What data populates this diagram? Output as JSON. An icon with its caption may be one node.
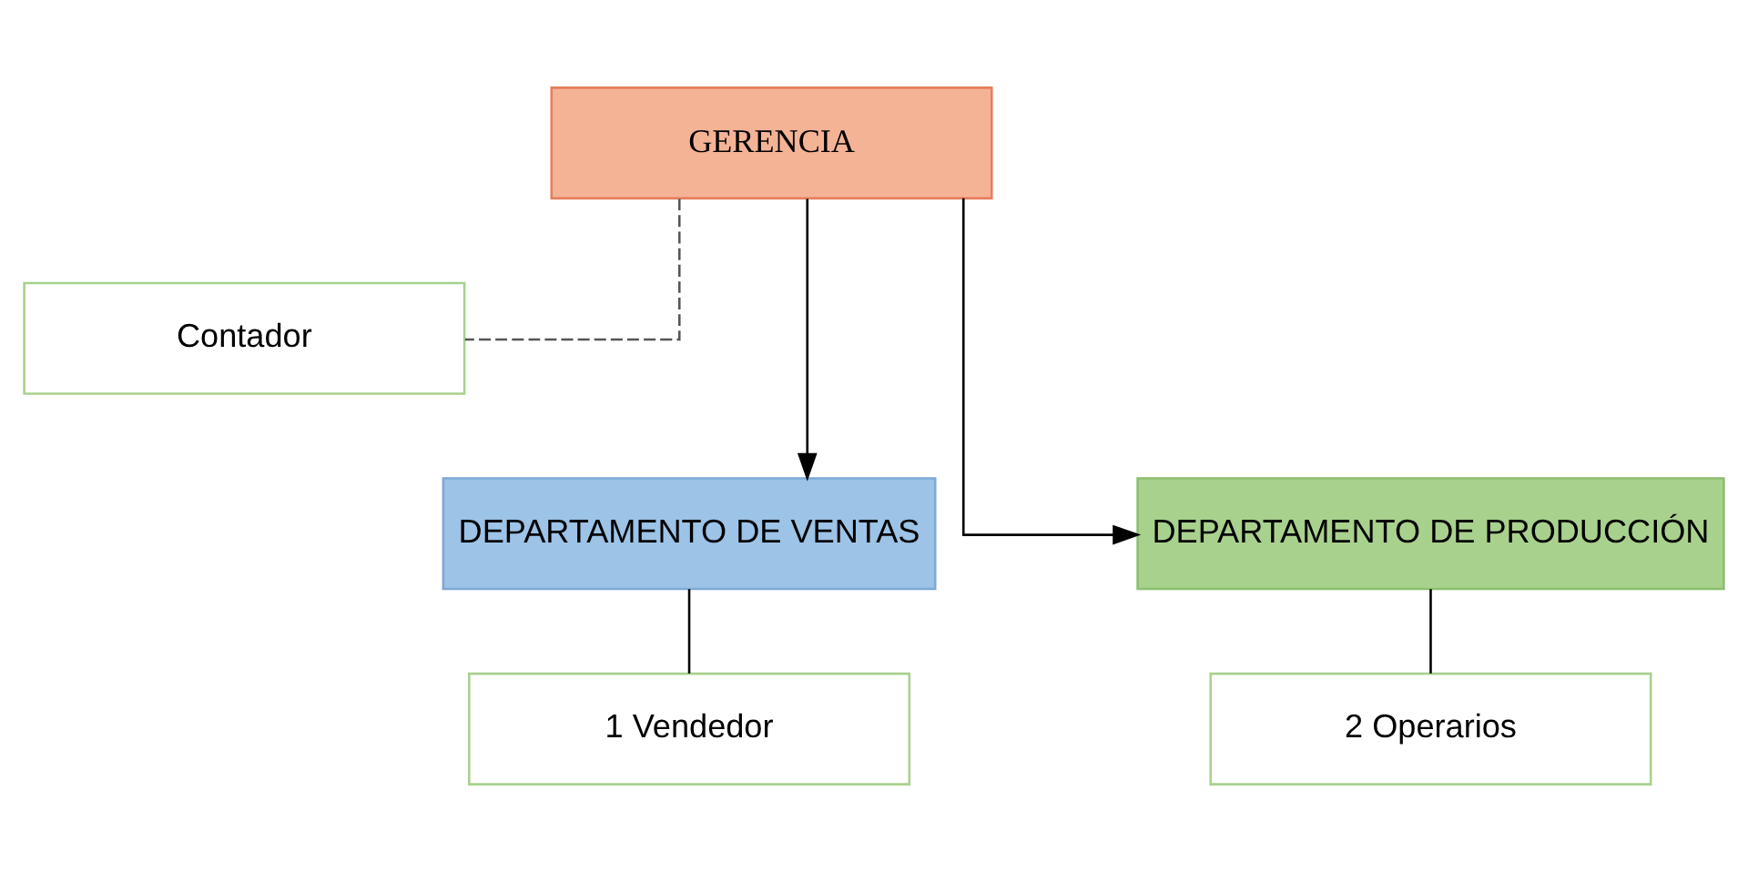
{
  "diagram": {
    "nodes": [
      {
        "text": [
          "GERENCIA"
        ]
      },
      {
        "text": [
          "Contador"
        ]
      },
      {
        "text": [
          "DEPARTAMENTO DE VENTAS"
        ]
      },
      {
        "text": [
          "DEPARTAMENTO DE PRODUCCIÓN"
        ]
      },
      {
        "text": [
          "1 Vendedor"
        ]
      },
      {
        "text": [
          "2 Operarios"
        ]
      }
    ],
    "edges": [
      {
        "from": 0,
        "to": 1,
        "arrow": "none",
        "style": "dashed"
      },
      {
        "from": 0,
        "to": 2,
        "arrow": "to"
      },
      {
        "from": 0,
        "to": 3,
        "arrow": "to"
      },
      {
        "from": 2,
        "to": 4,
        "arrow": "none"
      },
      {
        "from": 3,
        "to": 5,
        "arrow": "none"
      }
    ]
  }
}
